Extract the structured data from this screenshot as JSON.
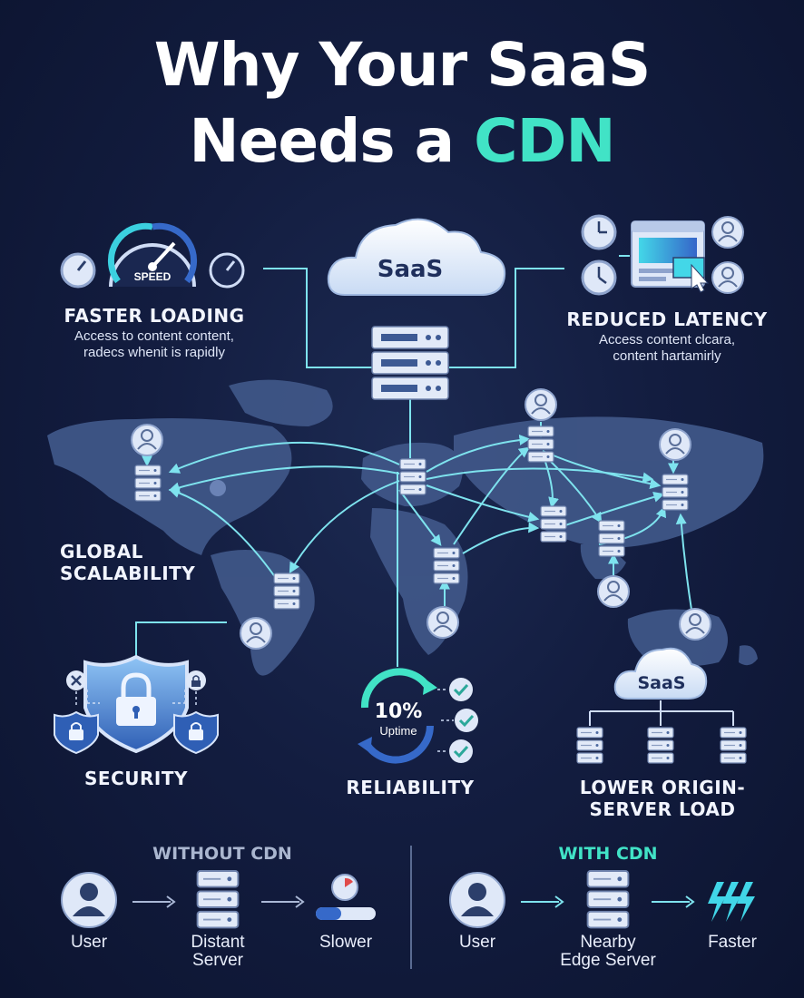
{
  "title": {
    "line1": "Why Your SaaS",
    "line2_prefix": "Needs a ",
    "line2_accent": "CDN"
  },
  "cloud_top_label": "SaaS",
  "gauge_label": "SPEED",
  "features": {
    "faster_loading": {
      "title": "FASTER LOADING",
      "line1": "Access to content content,",
      "line2": "radecs whenit is rapidly"
    },
    "reduced_latency": {
      "title": "REDUCED LATENCY",
      "line1": "Access content clcara,",
      "line2": "content hartamirly"
    },
    "global_scalability": {
      "line1": "GLOBAL",
      "line2": "SCALABILITY"
    },
    "security": {
      "title": "SECURITY"
    },
    "reliability": {
      "title": "RELIABILITY",
      "pct": "10%",
      "uptime": "Uptime"
    },
    "lower_load": {
      "line1": "LOWER ORIGIN-",
      "line2": "SERVER LOAD",
      "cloud_label": "SaaS"
    }
  },
  "comparison": {
    "without": {
      "heading": "WITHOUT CDN",
      "user": "User",
      "server_line1": "Distant",
      "server_line2": "Server",
      "result": "Slower"
    },
    "with": {
      "heading": "WITH CDN",
      "user": "User",
      "server_line1": "Nearby",
      "server_line2": "Edge Server",
      "result": "Faster"
    }
  },
  "colors": {
    "background": "#131d40",
    "accent": "#41e3c6",
    "map": "#3f5687",
    "line": "#7ee3ee",
    "icon": "#cfdcf5"
  },
  "icons": [
    "speed-gauge-icon",
    "clock-icon",
    "browser-window-icon",
    "user-icon",
    "server-rack-icon",
    "shield-lock-icon",
    "padlock-icon",
    "check-icon",
    "lightning-icon"
  ]
}
